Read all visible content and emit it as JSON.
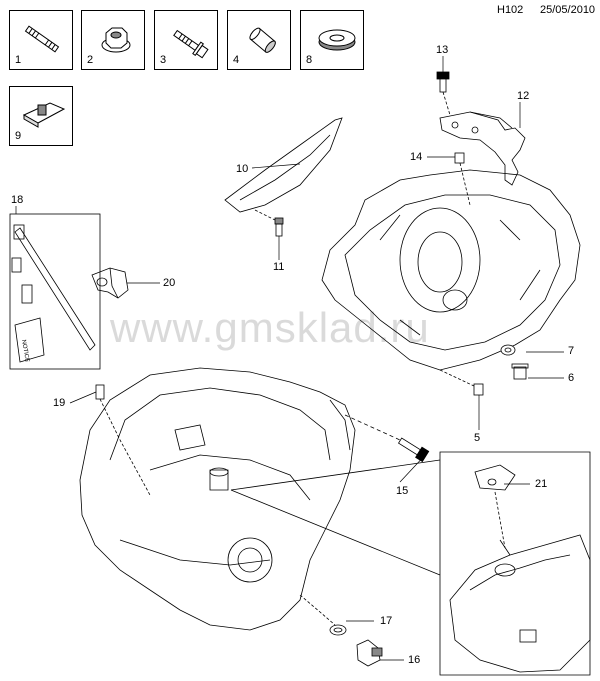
{
  "header": {
    "code": "H102",
    "date": "25/05/2010"
  },
  "watermark": "www.gmsklad.ru",
  "tiles": [
    {
      "num": "1",
      "icon": "stud-bolt-icon"
    },
    {
      "num": "2",
      "icon": "flange-nut-icon"
    },
    {
      "num": "3",
      "icon": "flange-bolt-icon"
    },
    {
      "num": "4",
      "icon": "dowel-sleeve-icon"
    },
    {
      "num": "8",
      "icon": "washer-icon"
    },
    {
      "num": "9",
      "icon": "clip-nut-icon"
    }
  ],
  "callouts": [
    "1",
    "2",
    "3",
    "4",
    "5",
    "6",
    "7",
    "8",
    "9",
    "10",
    "11",
    "12",
    "13",
    "14",
    "15",
    "16",
    "17",
    "18",
    "19",
    "20",
    "21"
  ],
  "kit_card_label": "NOTICE"
}
